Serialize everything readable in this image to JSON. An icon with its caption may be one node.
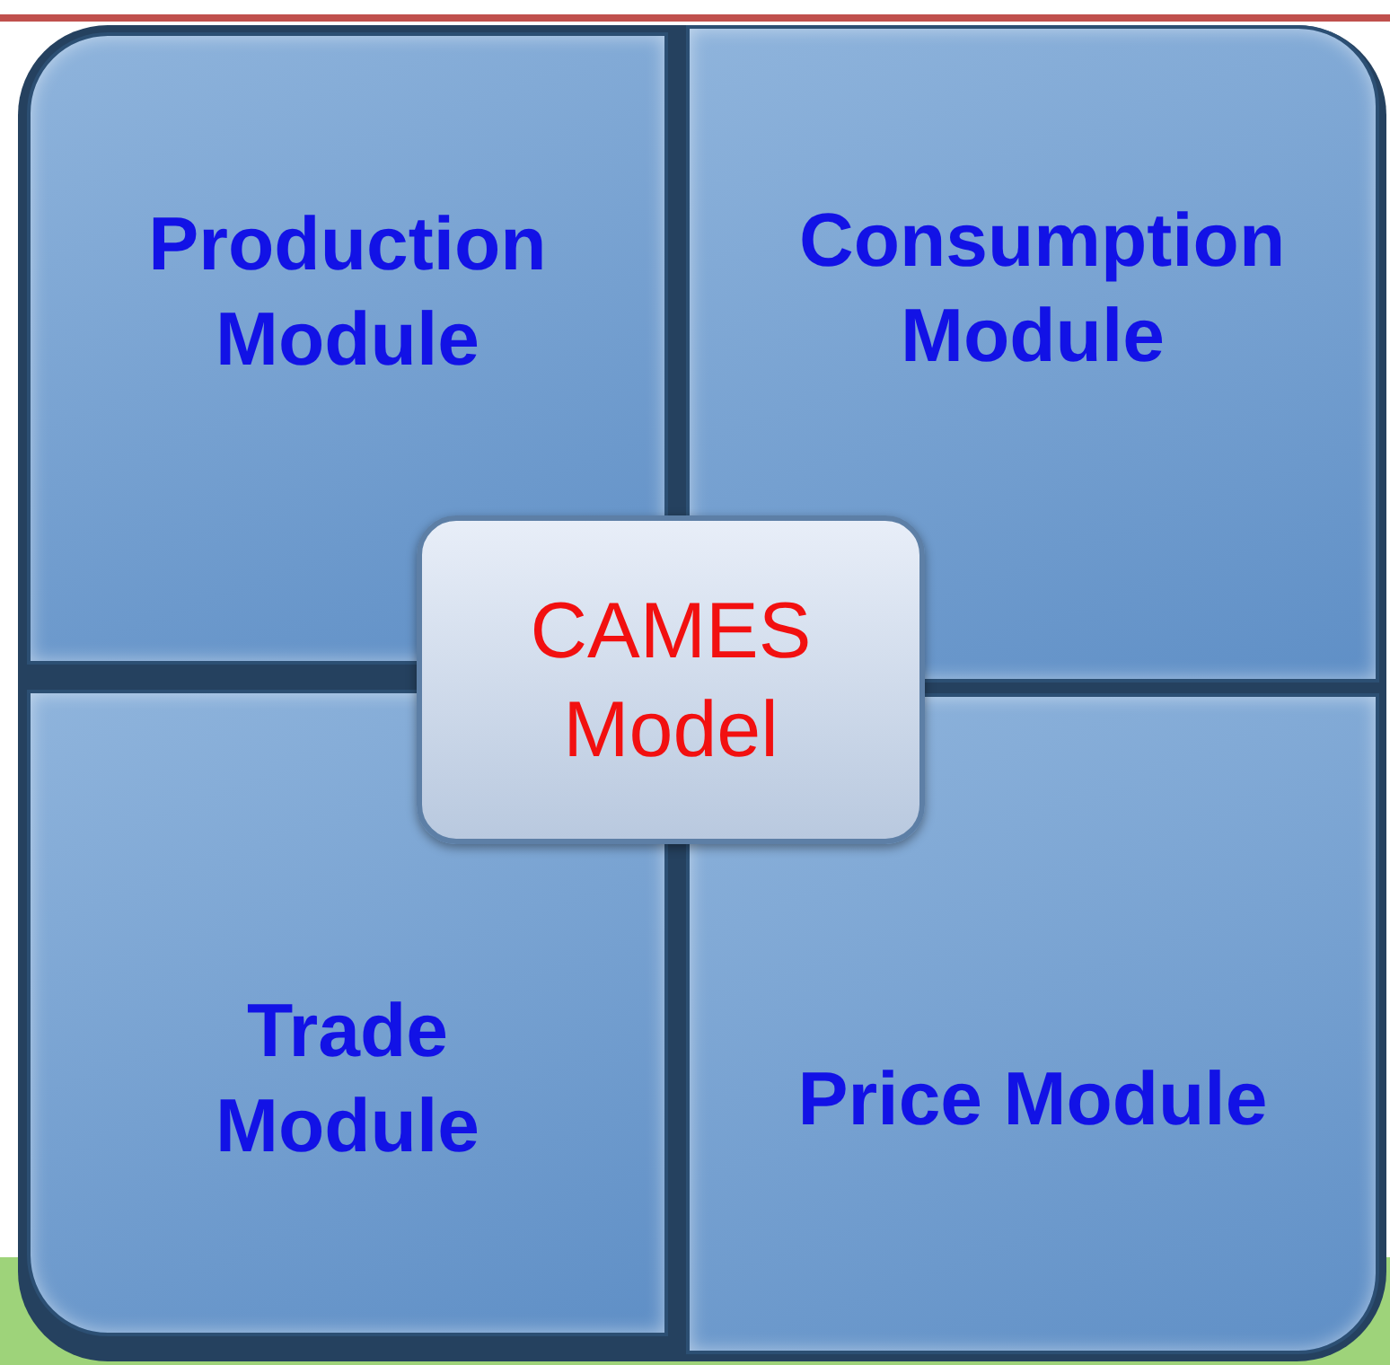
{
  "diagram": {
    "nodes": [
      {
        "text": [
          "Production Module"
        ]
      },
      {
        "text": [
          "Consumption Module"
        ]
      },
      {
        "text": [
          "CAMES Model"
        ]
      },
      {
        "text": [
          "Trade Module"
        ]
      },
      {
        "text": [
          "Price Module"
        ]
      }
    ]
  }
}
